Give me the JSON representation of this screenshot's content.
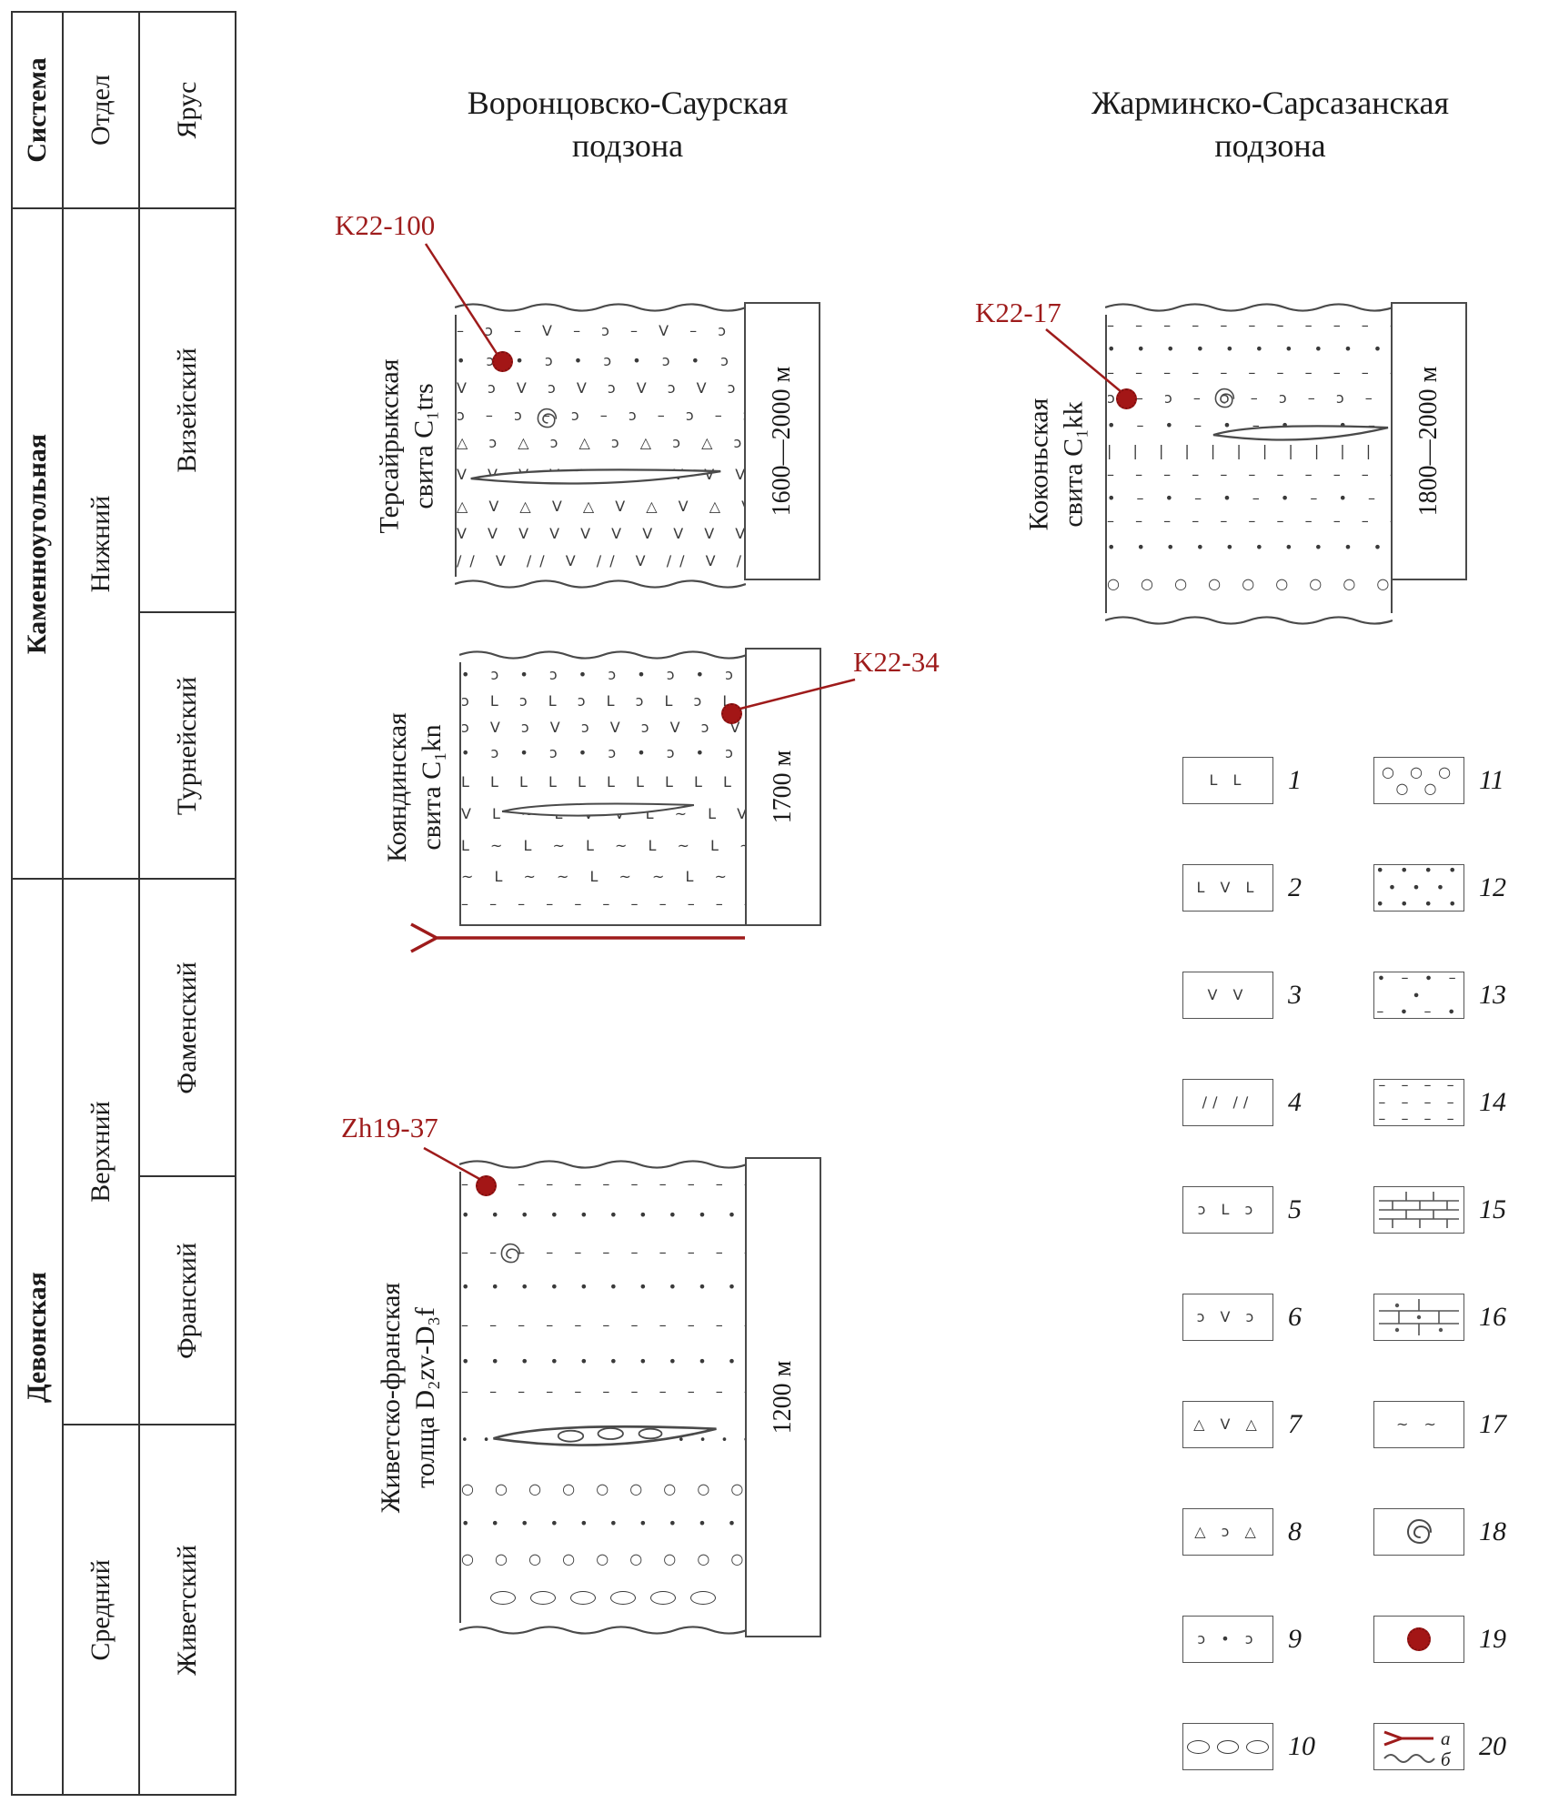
{
  "table": {
    "headers": [
      "Система",
      "Отдел",
      "Ярус"
    ],
    "systems": [
      {
        "name": "Каменноугольная",
        "divisions": [
          {
            "name": "Нижний",
            "stages": [
              "Визейский",
              "Турнейский"
            ]
          }
        ]
      },
      {
        "name": "Девонская",
        "divisions": [
          {
            "name": "Верхний",
            "stages": [
              "Фаменский",
              "Франский"
            ]
          },
          {
            "name": "Средний",
            "stages": [
              "Живетский"
            ]
          }
        ]
      }
    ]
  },
  "subzones": [
    {
      "line1": "Воронцовско-Саурская",
      "line2": "подзона"
    },
    {
      "line1": "Жарминско-Сарсазанская",
      "line2": "подзона"
    }
  ],
  "columns": [
    {
      "name_line1": "Терсайрыкская",
      "name_line2": "свита C₁trs",
      "thickness": "1600—2000 м",
      "sample": "K22-100",
      "bands": [
        {
          "t": "– ɔ – V ",
          "h": 36
        },
        {
          "t": "• ɔ • ɔ ",
          "h": 30
        },
        {
          "t": "V ɔ V ɔ ",
          "h": 30
        },
        {
          "t": "ɔ – ɔ – ",
          "h": 30
        },
        {
          "t": "△ ɔ △ ɔ ",
          "h": 30
        },
        {
          "t": "V  V  V ",
          "h": 40
        },
        {
          "t": "△ V △ V ",
          "h": 30
        },
        {
          "t": "V  V  V ",
          "h": 30
        },
        {
          "t": "∕∕ V ∕∕ V ",
          "h": 30
        }
      ]
    },
    {
      "name_line1": "Кояндинская",
      "name_line2": "свита C₁kn",
      "thickness": "1700 м",
      "sample": "K22-34",
      "bands": [
        {
          "t": "• ɔ • ɔ ",
          "h": 28
        },
        {
          "t": "ɔ L ɔ L ",
          "h": 30
        },
        {
          "t": "ɔ V ɔ V ",
          "h": 28
        },
        {
          "t": "• ɔ • ɔ ",
          "h": 28
        },
        {
          "t": "L  L  L ",
          "h": 36
        },
        {
          "t": "V L ~ L V ",
          "h": 34
        },
        {
          "t": "L ~ L ~ ",
          "h": 36
        },
        {
          "t": "~  L  ~ ",
          "h": 32
        },
        {
          "t": "– – – – ",
          "h": 28
        }
      ]
    },
    {
      "name_line1": "Живетско-франская",
      "name_line2": "толща D₂zv-D₃f",
      "thickness": "1200 м",
      "sample": "Zh19-37",
      "bands": [
        {
          "t": "– – – – ",
          "h": 28
        },
        {
          "t": "•  •  • ",
          "h": 40
        },
        {
          "t": "– – – – ",
          "h": 42
        },
        {
          "t": "•  •  • ",
          "h": 34
        },
        {
          "t": "– – – – ",
          "h": 50
        },
        {
          "t": "•  •  • ",
          "h": 30
        },
        {
          "t": "– – – – ",
          "h": 36
        },
        {
          "t": "• • • ",
          "h": 72,
          "fs": 13,
          "ls": 6
        },
        {
          "t": "○  ○  ○ ",
          "h": 34
        },
        {
          "t": "•  •  • ",
          "h": 42
        },
        {
          "t": "○  ○  ○ ",
          "h": 36
        },
        {
          "type": "ellipses",
          "h": 48
        }
      ]
    },
    {
      "name_line1": "Коконьская",
      "name_line2": "свита C₁kk",
      "thickness": "1800—2000 м",
      "sample": "K22-17",
      "bands": [
        {
          "t": "– – – – ",
          "h": 24
        },
        {
          "t": "•  •  • ",
          "h": 28
        },
        {
          "t": "– – – – ",
          "h": 24
        },
        {
          "t": "ɔ – ɔ – ",
          "h": 32
        },
        {
          "t": "• – • – ",
          "h": 28
        },
        {
          "t": "|  |  |  | ",
          "h": 28
        },
        {
          "t": "– – – – ",
          "h": 24
        },
        {
          "t": "• – • – ",
          "h": 28
        },
        {
          "t": "– – – – ",
          "h": 22
        },
        {
          "t": "•  •  • ",
          "h": 36
        },
        {
          "t": "○  ○  ○ ",
          "h": 44
        }
      ]
    }
  ],
  "legend": {
    "items": [
      {
        "n": "1",
        "type": "text",
        "sym": "L   L"
      },
      {
        "n": "2",
        "type": "text",
        "sym": "L  V  L"
      },
      {
        "n": "3",
        "type": "text",
        "sym": "V   V"
      },
      {
        "n": "4",
        "type": "text",
        "sym": "∕∕   ∕∕"
      },
      {
        "n": "5",
        "type": "text",
        "sym": "ɔ  L  ɔ"
      },
      {
        "n": "6",
        "type": "text",
        "sym": "ɔ  V  ɔ"
      },
      {
        "n": "7",
        "type": "text",
        "sym": "△  V  △"
      },
      {
        "n": "8",
        "type": "text",
        "sym": "△  ɔ  △"
      },
      {
        "n": "9",
        "type": "text",
        "sym": "ɔ  •  ɔ"
      },
      {
        "n": "10",
        "type": "ellipses"
      },
      {
        "n": "11",
        "type": "text",
        "sym": "○  ○  ○\n○  ○"
      },
      {
        "n": "12",
        "type": "text",
        "sym": "•  •  •  •\n•  •  •\n•  •  •  •"
      },
      {
        "n": "13",
        "type": "text",
        "sym": "∙ – ∙ – ∙\n– ∙ – ∙"
      },
      {
        "n": "14",
        "type": "text",
        "sym": "– – – –\n– – – –\n– – – –"
      },
      {
        "n": "15",
        "type": "brick"
      },
      {
        "n": "16",
        "type": "brick-dots"
      },
      {
        "n": "17",
        "type": "text",
        "sym": "~    ~"
      },
      {
        "n": "18",
        "type": "spiral"
      },
      {
        "n": "19",
        "type": "dot"
      },
      {
        "n": "20",
        "type": "fork",
        "a": "а",
        "b": "б"
      }
    ]
  },
  "colors": {
    "accent": "#9e1b1b",
    "line": "#4a4a4a"
  }
}
